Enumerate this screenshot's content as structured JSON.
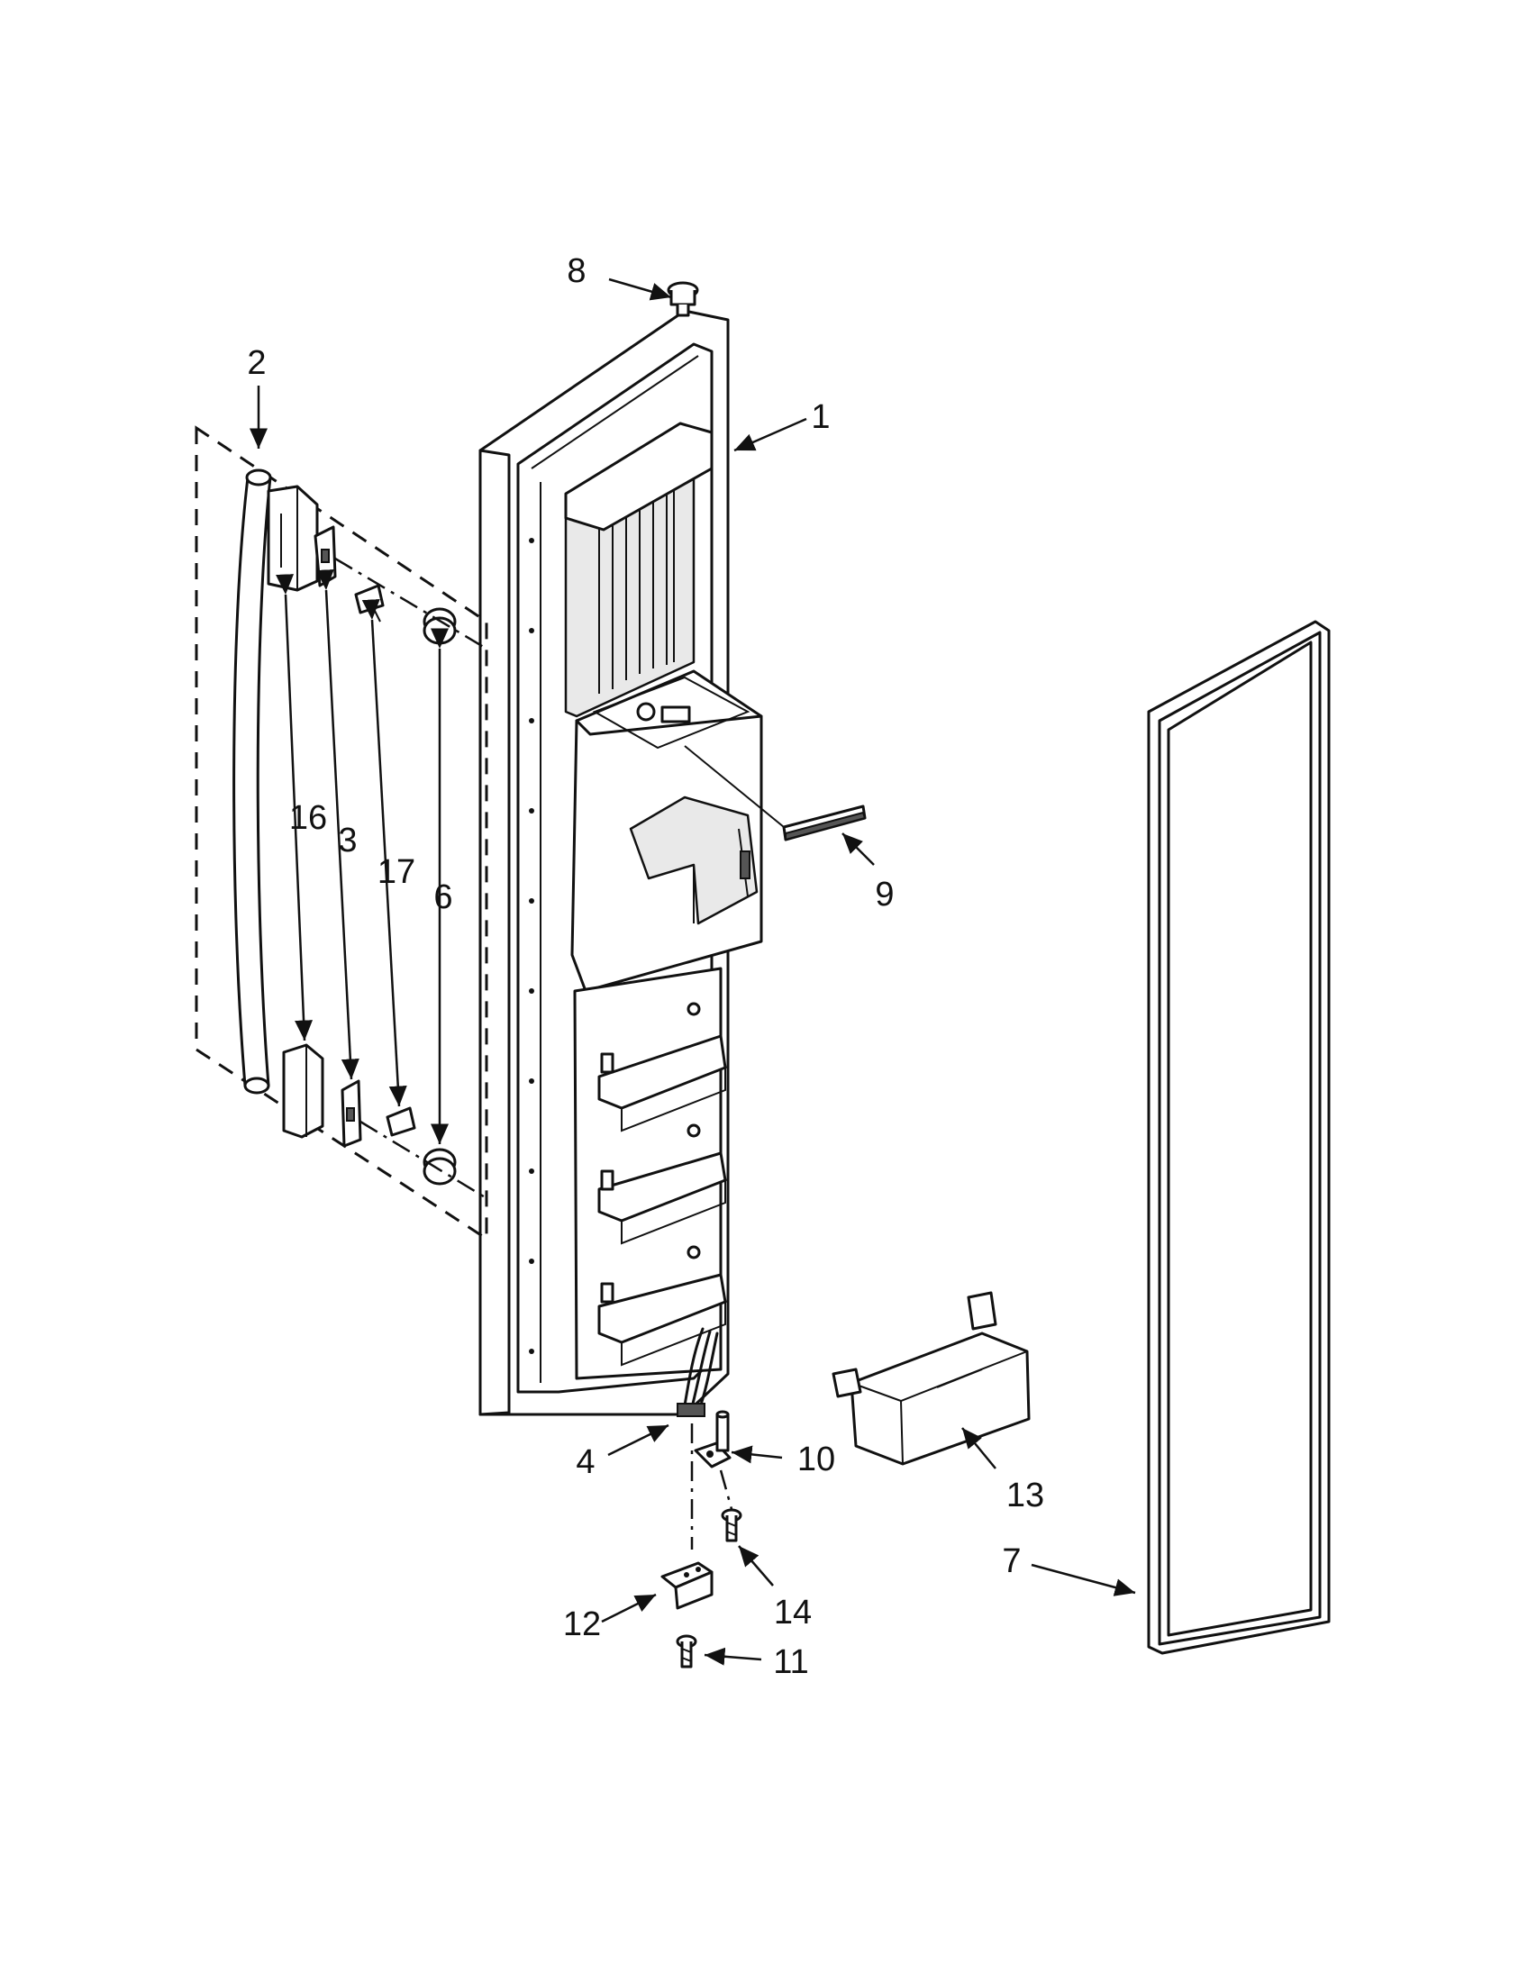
{
  "callouts": [
    {
      "id": "c8",
      "label": "8"
    },
    {
      "id": "c2",
      "label": "2"
    },
    {
      "id": "c1",
      "label": "1"
    },
    {
      "id": "c16",
      "label": "16"
    },
    {
      "id": "c3",
      "label": "3"
    },
    {
      "id": "c17",
      "label": "17"
    },
    {
      "id": "c6",
      "label": "6"
    },
    {
      "id": "c9",
      "label": "9"
    },
    {
      "id": "c4",
      "label": "4"
    },
    {
      "id": "c10",
      "label": "10"
    },
    {
      "id": "c13",
      "label": "13"
    },
    {
      "id": "c7",
      "label": "7"
    },
    {
      "id": "c14",
      "label": "14"
    },
    {
      "id": "c12",
      "label": "12"
    },
    {
      "id": "c11",
      "label": "11"
    }
  ]
}
